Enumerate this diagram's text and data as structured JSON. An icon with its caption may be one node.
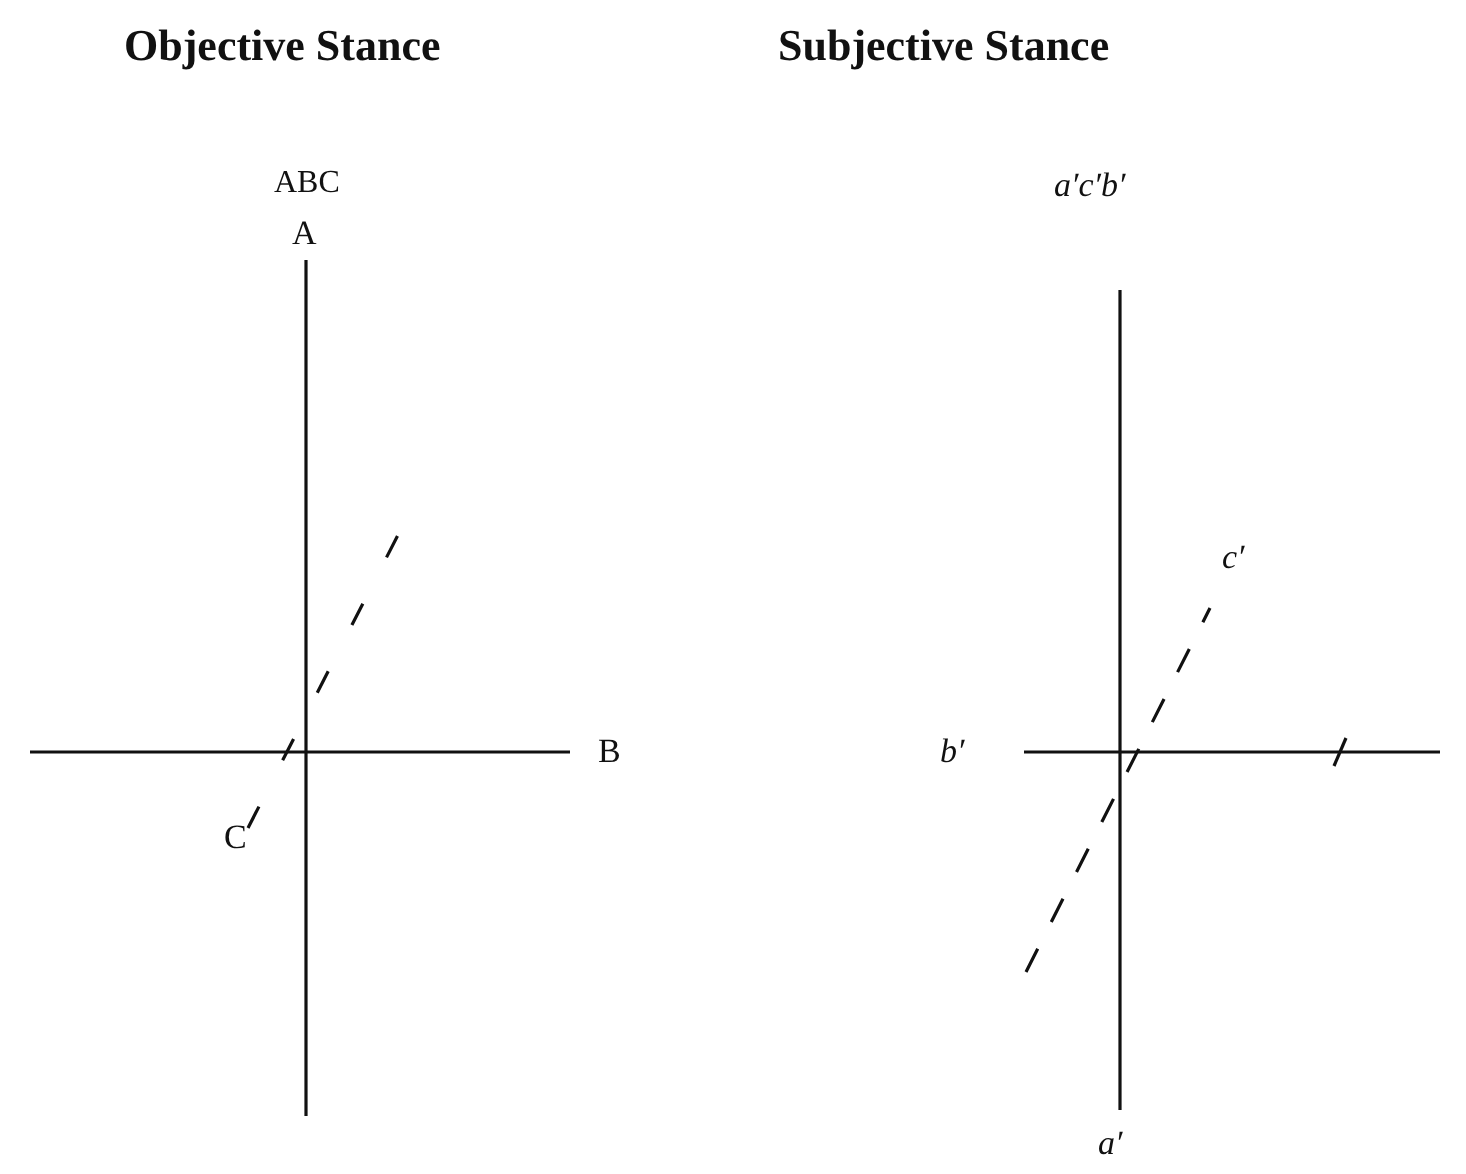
{
  "diagram": {
    "labels": [
      "Objective Stance",
      "Subjective Stance",
      "ABC",
      "A",
      "B",
      "C",
      "a′c′b′",
      "c′",
      "b′",
      "a′"
    ]
  }
}
